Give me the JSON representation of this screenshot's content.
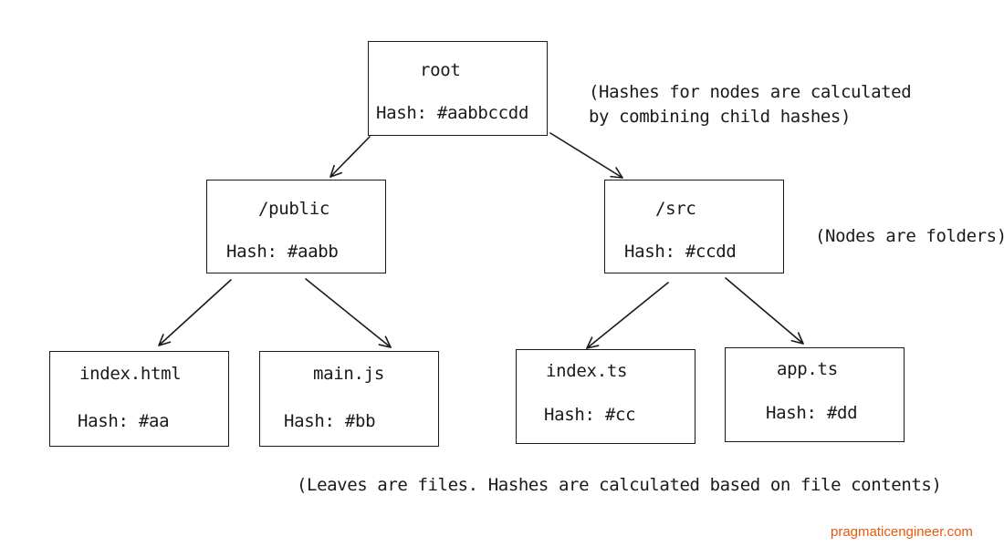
{
  "colors": {
    "ink": "#1a1a1a",
    "background": "#ffffff",
    "watermark": "#e8590c"
  },
  "nodes": {
    "root": {
      "name": "root",
      "hash": "Hash: #aabbccdd"
    },
    "public": {
      "name": "/public",
      "hash": "Hash: #aabb"
    },
    "src": {
      "name": "/src",
      "hash": "Hash: #ccdd"
    },
    "index_html": {
      "name": "index.html",
      "hash": "Hash: #aa"
    },
    "main_js": {
      "name": "main.js",
      "hash": "Hash: #bb"
    },
    "index_ts": {
      "name": "index.ts",
      "hash": "Hash: #cc"
    },
    "app_ts": {
      "name": "app.ts",
      "hash": "Hash: #dd"
    }
  },
  "edges": [
    {
      "from": "root",
      "to": "public"
    },
    {
      "from": "root",
      "to": "src"
    },
    {
      "from": "public",
      "to": "index_html"
    },
    {
      "from": "public",
      "to": "main_js"
    },
    {
      "from": "src",
      "to": "index_ts"
    },
    {
      "from": "src",
      "to": "app_ts"
    }
  ],
  "notes": {
    "hashes_line1": "(Hashes for nodes are calculated",
    "hashes_line2": "by combining child hashes)",
    "folders": "(Nodes are folders)",
    "leaves": "(Leaves are files. Hashes are calculated  based on file contents)"
  },
  "watermark": "pragmaticengineer.com"
}
